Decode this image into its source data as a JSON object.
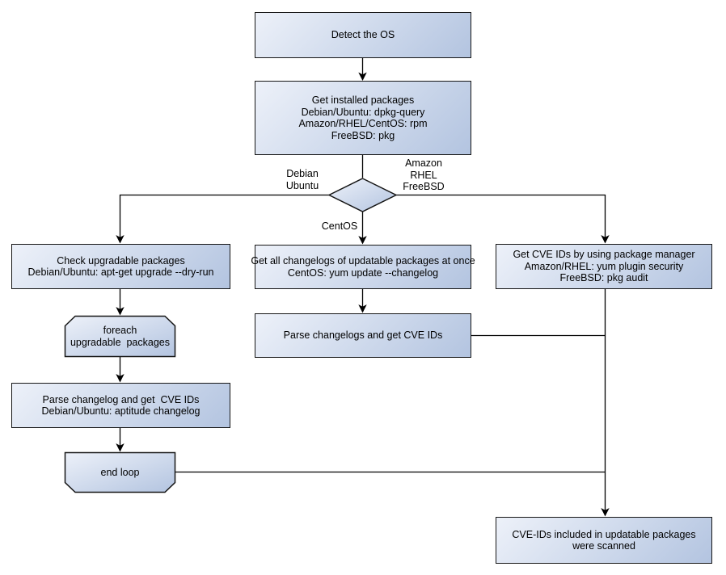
{
  "colors": {
    "background": "#ffffff",
    "node_fill_light": "#edf1f9",
    "node_fill_dark": "#b3c4e0",
    "node_border": "#161616",
    "connector": "#000000",
    "text": "#000000"
  },
  "nodes": {
    "detect_os": {
      "text": "Detect the OS"
    },
    "get_installed_packages": {
      "text": "Get installed packages\nDebian/Ubuntu: dpkg-query\nAmazon/RHEL/CentOS: rpm\nFreeBSD: pkg"
    },
    "check_upgradable": {
      "text": "Check upgradable packages\nDebian/Ubuntu: apt-get upgrade --dry-run"
    },
    "foreach_loop": {
      "text": "foreach\nupgradable  packages"
    },
    "parse_changelog_left": {
      "text": "Parse changelog and get  CVE IDs\nDebian/Ubuntu: aptitude changelog"
    },
    "end_loop": {
      "text": "end loop"
    },
    "get_all_changelogs": {
      "text": "Get all changelogs of updatable packages at once\nCentOS: yum update --changelog"
    },
    "parse_changelogs_mid": {
      "text": "Parse changelogs and get CVE IDs"
    },
    "get_cve_ids_right": {
      "text": "Get CVE IDs by using package manager\nAmazon/RHEL: yum plugin security\nFreeBSD: pkg audit"
    },
    "result": {
      "text": "CVE-IDs included in updatable packages\nwere scanned"
    }
  },
  "branch_labels": {
    "debian_ubuntu": "Debian\nUbuntu",
    "amazon_rhel_freebsd": "Amazon\nRHEL\nFreeBSD",
    "centos": "CentOS"
  }
}
